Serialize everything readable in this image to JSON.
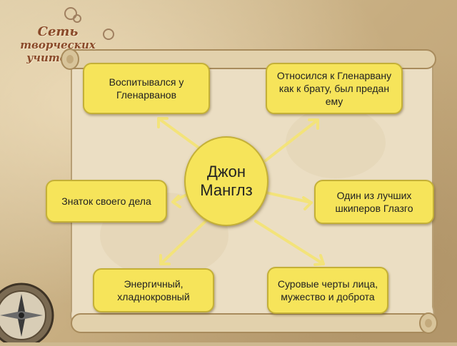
{
  "logo": {
    "line1": "Сеть",
    "line2": "творческих",
    "line3": "учителей"
  },
  "center": {
    "label": "Джон Манглз"
  },
  "nodes": {
    "top_left": "Воспитывался у Гленарванов",
    "top_right": "Относился к Гленарвану как к брату, был предан ему",
    "mid_left": "Знаток своего дела",
    "mid_right": "Один из лучших шкиперов Глазго",
    "bottom_left": "Энергичный, хладнокровный",
    "bottom_right": "Суровые черты лица, мужество и доброта"
  },
  "colors": {
    "node_fill": "#f6e45a",
    "node_border": "#c4b037",
    "arrow": "#f3e37a",
    "parchment": "#e9dcc0"
  }
}
